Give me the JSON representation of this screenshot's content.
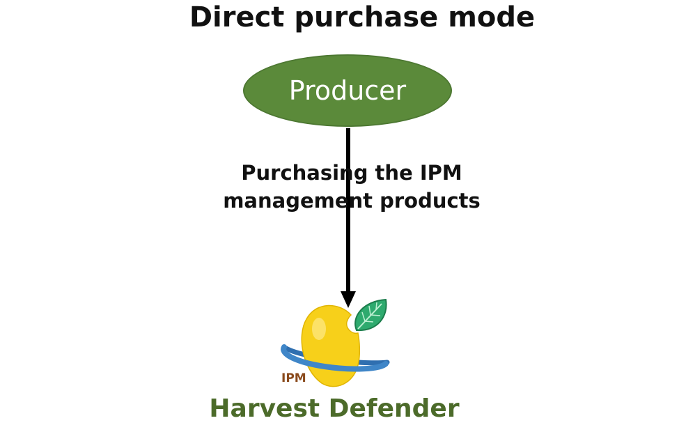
{
  "title": "Direct purchase mode",
  "nodes": {
    "producer": {
      "label": "Producer",
      "color": "#5b8a3a"
    }
  },
  "edge": {
    "label_lines": [
      "Purchasing the IPM",
      "management products"
    ]
  },
  "brand": {
    "logo_text": "IPM",
    "name": "Harvest Defender",
    "name_color": "#4c6b2a"
  },
  "colors": {
    "arrow": "#000000",
    "logo_yellow": "#f7d01a",
    "logo_ring": "#3f86c8",
    "logo_leaf": "#2eaa6e",
    "logo_text": "#8a4a1c"
  }
}
